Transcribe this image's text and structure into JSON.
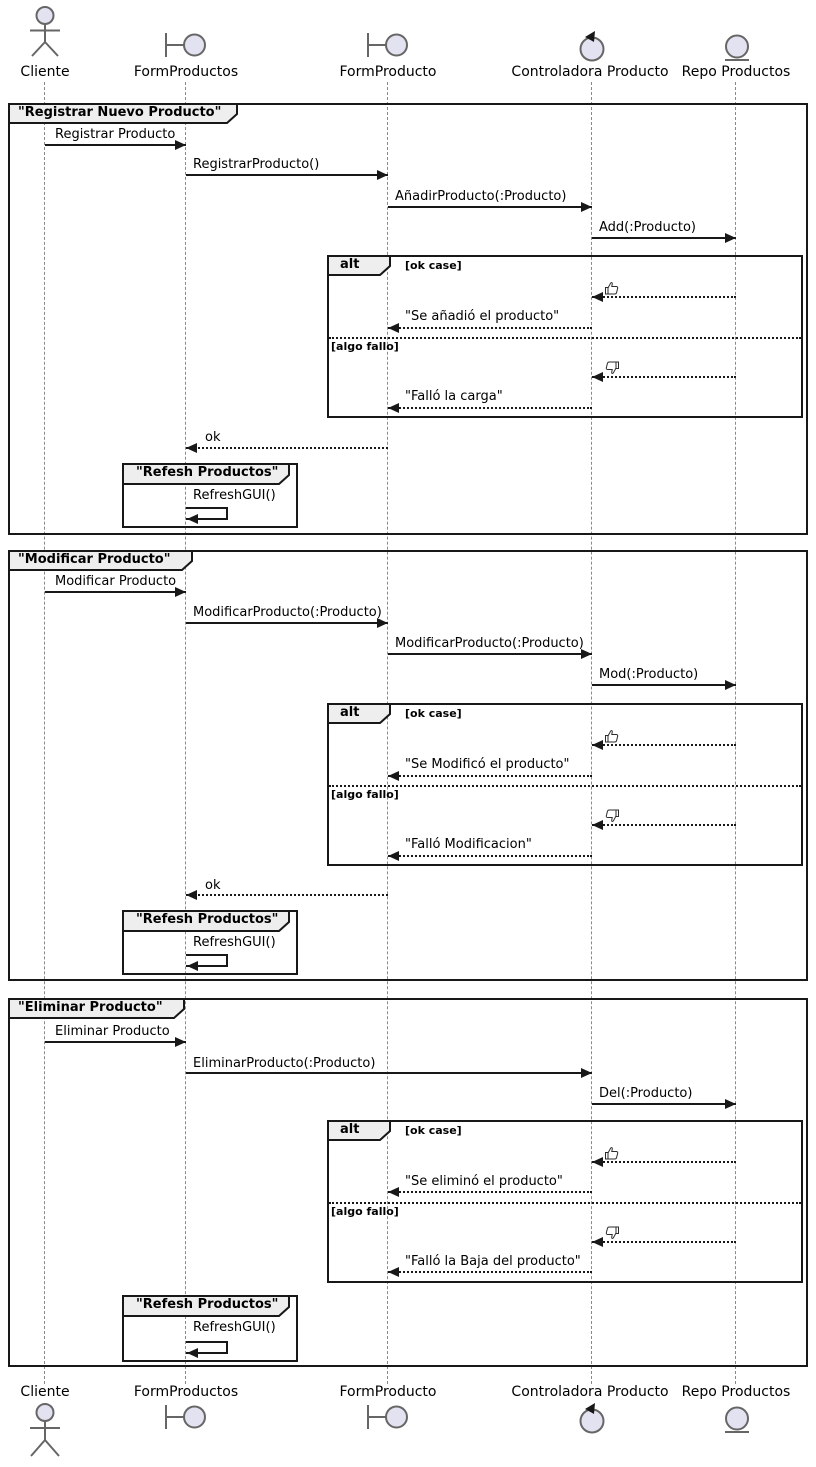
{
  "diagram_type": "uml-sequence",
  "colors": {
    "participant_fill": "#E2E2F0",
    "participant_stroke": "#666666",
    "frame_border": "#181818",
    "tab_background": "#EEEEEE",
    "lifeline": "#8A8A8A",
    "text": "#000000"
  },
  "participants": [
    {
      "name": "Cliente",
      "type": "actor"
    },
    {
      "name": "FormProductos",
      "type": "boundary"
    },
    {
      "name": "FormProducto",
      "type": "boundary"
    },
    {
      "name": "Controladora Producto",
      "type": "control"
    },
    {
      "name": "Repo Productos",
      "type": "entity"
    }
  ],
  "frames": [
    {
      "title": "\"Registrar Nuevo Producto\"",
      "operator": "alt",
      "guard_ok": "[ok case]",
      "guard_fail": "[algo fallo]",
      "messages": {
        "m1": "Registrar Producto",
        "m2": "RegistrarProducto()",
        "m3": "AñadirProducto(:Producto)",
        "m4": "Add(:Producto)",
        "ok_icon": "thumbs-up",
        "ret_ok": "\"Se añadió el producto\"",
        "fail_icon": "thumbs-down",
        "ret_fail": "\"Falló la carga\"",
        "ok": "ok"
      },
      "group": {
        "title": "\"Refesh Productos\"",
        "message": "RefreshGUI()"
      }
    },
    {
      "title": "\"Modificar Producto\"",
      "operator": "alt",
      "guard_ok": "[ok case]",
      "guard_fail": "[algo fallo]",
      "messages": {
        "m1": "Modificar Producto",
        "m2": "ModificarProducto(:Producto)",
        "m3": "ModificarProducto(:Producto)",
        "m4": "Mod(:Producto)",
        "ok_icon": "thumbs-up",
        "ret_ok": "\"Se Modificó el producto\"",
        "fail_icon": "thumbs-down",
        "ret_fail": "\"Falló Modificacion\"",
        "ok": "ok"
      },
      "group": {
        "title": "\"Refesh Productos\"",
        "message": "RefreshGUI()"
      }
    },
    {
      "title": "\"Eliminar Producto\"",
      "operator": "alt",
      "guard_ok": "[ok case]",
      "guard_fail": "[algo fallo]",
      "messages": {
        "m1": "Eliminar Producto",
        "m2": "EliminarProducto(:Producto)",
        "m3": "Del(:Producto)",
        "ok_icon": "thumbs-up",
        "ret_ok": "\"Se eliminó el producto\"",
        "fail_icon": "thumbs-down",
        "ret_fail": "\"Falló la Baja del producto\""
      },
      "group": {
        "title": "\"Refesh Productos\"",
        "message": "RefreshGUI()"
      }
    }
  ]
}
